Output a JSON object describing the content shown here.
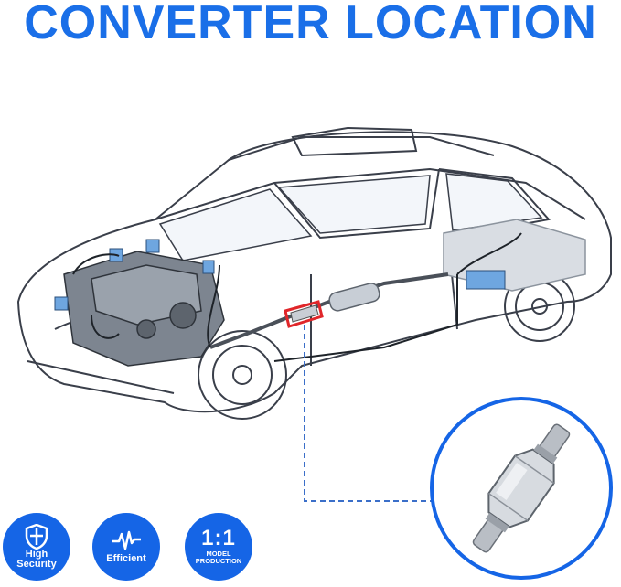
{
  "header": {
    "title": "CONVERTER LOCATION"
  },
  "badges": {
    "security": {
      "label_line1": "High",
      "label_line2": "Security",
      "icon": "shield-icon"
    },
    "efficient": {
      "label": "Efficient",
      "icon": "pulse-icon"
    },
    "model": {
      "ratio": "1:1",
      "label_line1": "MODEL",
      "label_line2": "PRODUCTION"
    }
  },
  "colors": {
    "accent": "#1a6fe8",
    "badge": "#1565e6",
    "highlight": "#e0262a"
  }
}
